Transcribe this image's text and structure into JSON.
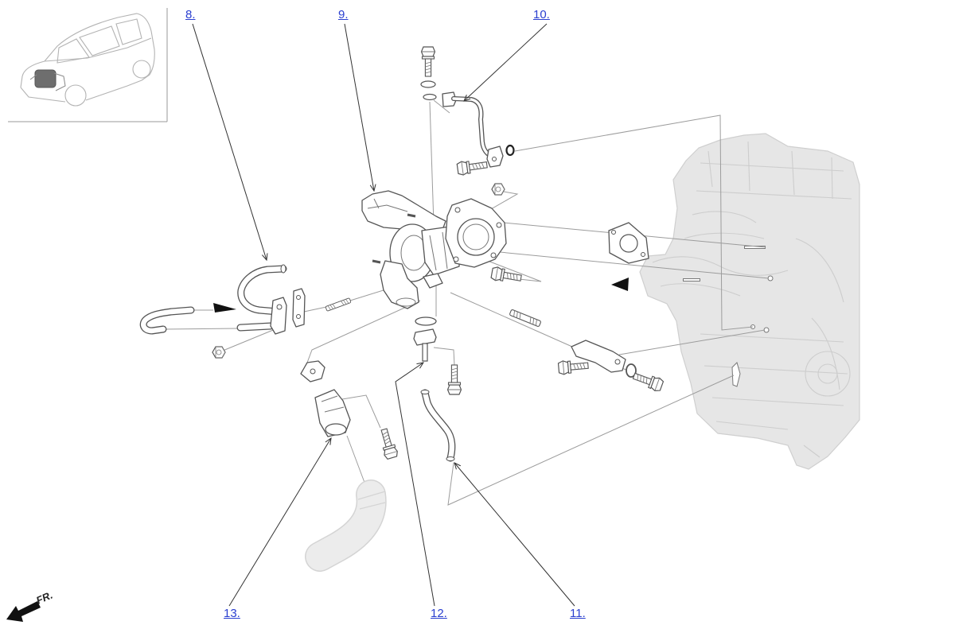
{
  "diagram": {
    "callouts": [
      {
        "label": "8."
      },
      {
        "label": "9."
      },
      {
        "label": "10."
      },
      {
        "label": "11."
      },
      {
        "label": "12."
      },
      {
        "label": "13."
      }
    ],
    "front_indicator": {
      "label": "FR.",
      "icon": "front-direction-arrow-icon"
    },
    "colors": {
      "link": "#2a3fd0",
      "part_outline": "#555555",
      "guide_line": "#9c9c9c",
      "engine_ghost": "#e6e6e6",
      "marker": "#111111"
    }
  }
}
